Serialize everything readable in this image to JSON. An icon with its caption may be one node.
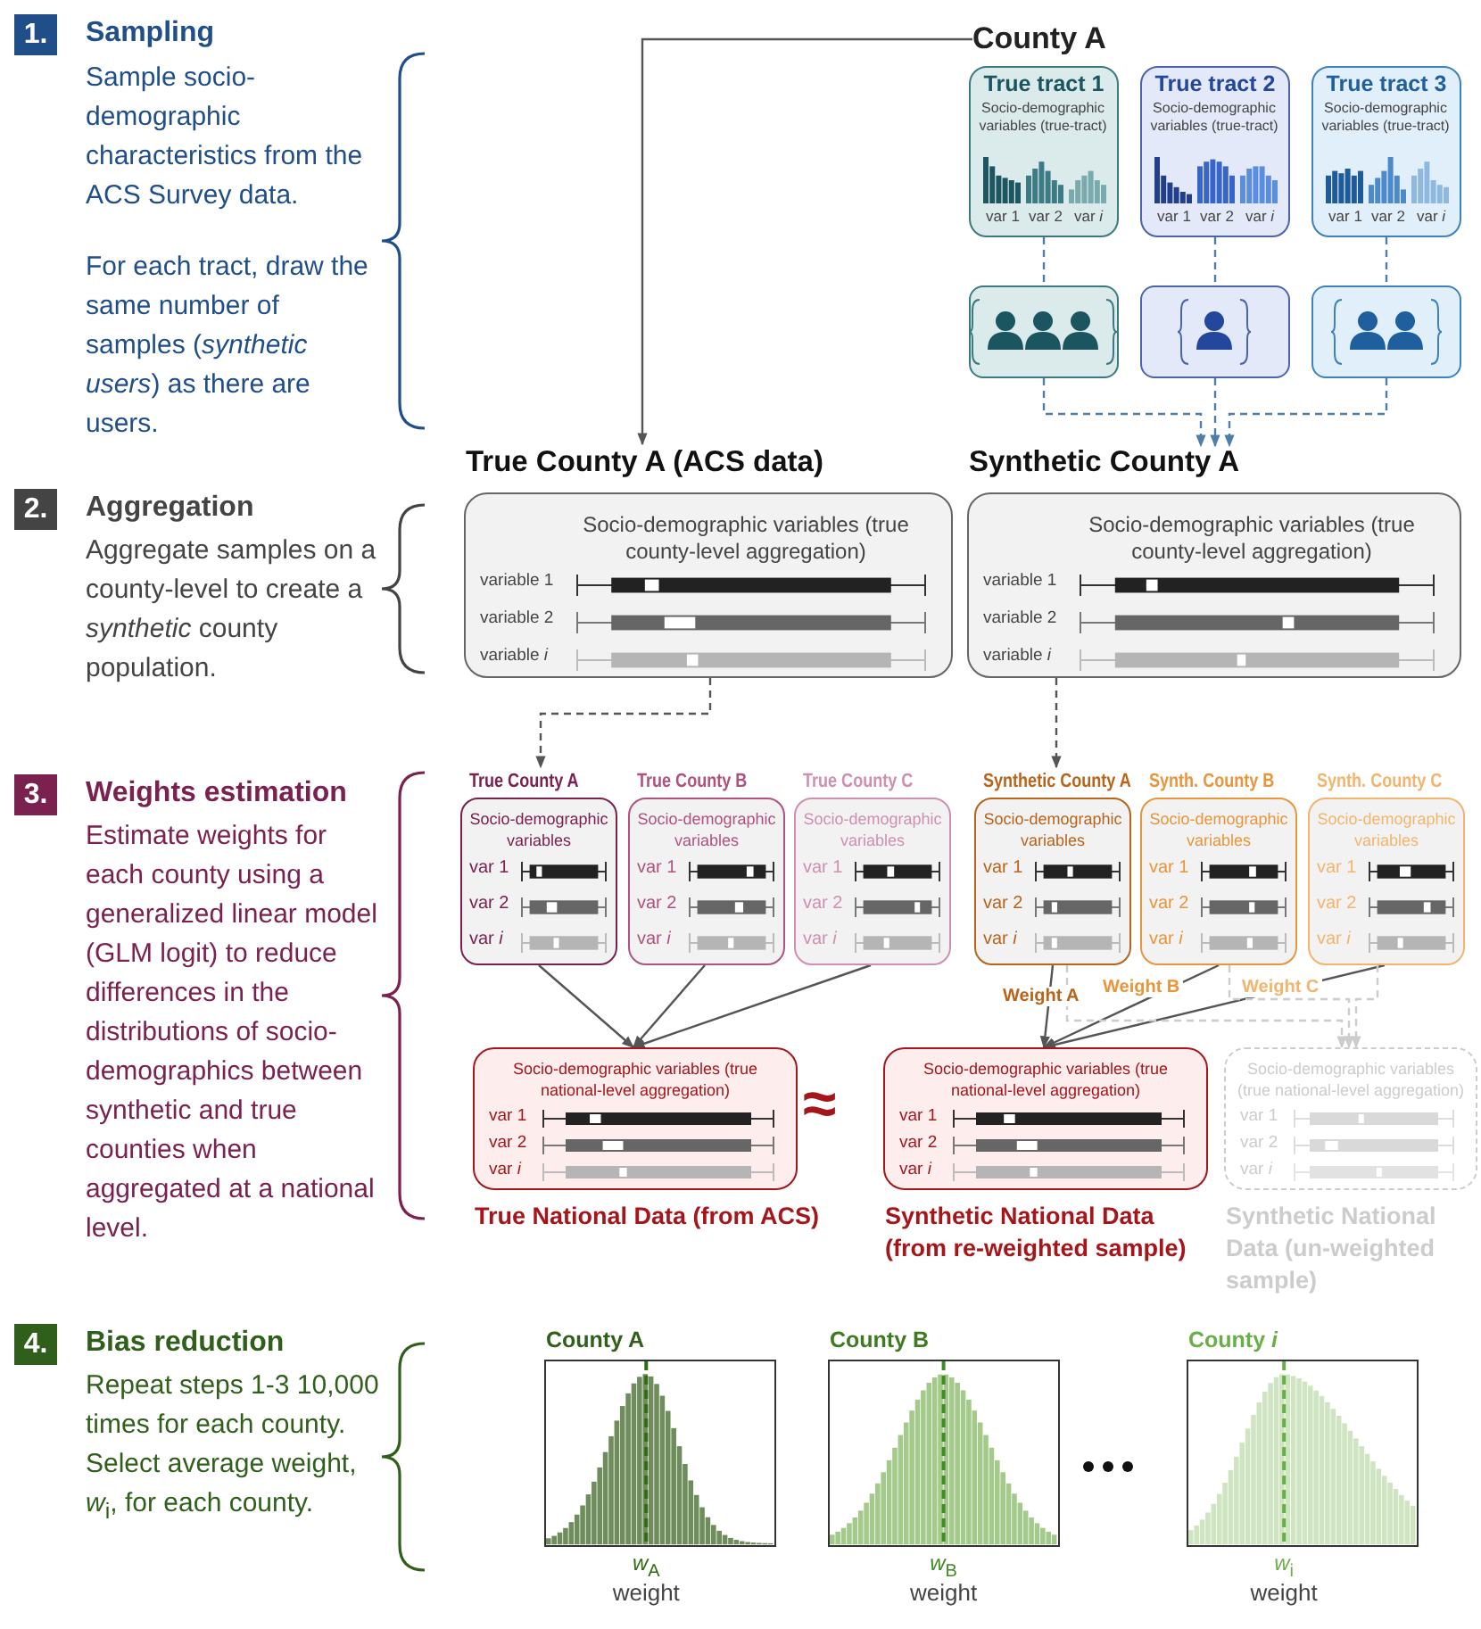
{
  "diagram": {
    "nodes": [
      {
        "text": [
          "County A"
        ]
      },
      {
        "text": [
          "True tract 1",
          "Socio-demographic variables (true-tract)",
          "var 1",
          "var 2",
          "var *i*"
        ]
      },
      {
        "text": [
          "True tract 2",
          "Socio-demographic variables (true-tract)",
          "var 1",
          "var 2",
          "var *i*"
        ]
      },
      {
        "text": [
          "True tract 3",
          "Socio-demographic variables (true-tract)",
          "var 1",
          "var 2",
          "var *i*"
        ]
      },
      {
        "text": [],
        "shape": "box"
      },
      {
        "text": [],
        "shape": "box"
      },
      {
        "text": [],
        "shape": "box"
      },
      {
        "text": [
          "True County A (ACS data)",
          "Socio-demographic variables (true county-level aggregation)",
          "variable 1",
          "variable 2",
          "variable *i*"
        ]
      },
      {
        "text": [
          "Synthetic County A",
          "Socio-demographic variables (true county-level aggregation)",
          "variable 1",
          "variable 2",
          "variable *i*"
        ]
      },
      {
        "text": [
          "True County A",
          "Socio-demographic variables",
          "var 1",
          "var 2",
          "var *i*"
        ]
      },
      {
        "text": [
          "True County B",
          "Socio-demographic variables",
          "var 1",
          "var 2",
          "var *i*"
        ]
      },
      {
        "text": [
          "True County C",
          "Socio-demographic variables",
          "var 1",
          "var 2",
          "var *i*"
        ]
      },
      {
        "text": [
          "Synthetic County A",
          "Socio-demographic variables",
          "var 1",
          "var 2",
          "var *i*"
        ]
      },
      {
        "text": [
          "Synth. County B",
          "Socio-demographic variables",
          "var 1",
          "var 2",
          "var *i*"
        ]
      },
      {
        "text": [
          "Synth. County C",
          "Socio-demographic variables",
          "var 1",
          "var 2",
          "var *i*"
        ]
      },
      {
        "text": [
          "Socio-demographic variables (true national-level aggregation)",
          "var 1",
          "var 2",
          "var *i*",
          "True National Data (from ACS)"
        ]
      },
      {
        "text": [
          "Socio-demographic variables (true national-level aggregation)",
          "var 1",
          "var 2",
          "var *i*",
          "Synthetic National Data (from re-weighted sample)"
        ]
      },
      {
        "text": [
          "Socio-demographic variables (true national-level aggregation)",
          "var 1",
          "var 2",
          "var *i*",
          "Synthetic National Data (un-weighted sample)"
        ]
      },
      {
        "text": [
          "County A",
          "*w*$_{A}$",
          "weight"
        ]
      },
      {
        "text": [
          "County B",
          "*w*$_{B}$",
          "weight"
        ]
      },
      {
        "text": [
          "County *i*",
          "*w*$_{i}$",
          "weight"
        ]
      }
    ],
    "edges": [
      {
        "from": 0,
        "to": 7,
        "arrow": "to"
      },
      {
        "from": 1,
        "to": 4,
        "arrow": "none",
        "style": "dashed",
        "color": "#4f7eaa"
      },
      {
        "from": 2,
        "to": 5,
        "arrow": "none",
        "style": "dashed",
        "color": "#4f7eaa"
      },
      {
        "from": 3,
        "to": 6,
        "arrow": "none",
        "style": "dashed",
        "color": "#4f7eaa"
      },
      {
        "from": 4,
        "to": 8,
        "arrow": "to",
        "style": "dashed",
        "color": "#4f7eaa"
      },
      {
        "from": 5,
        "to": 8,
        "arrow": "to",
        "style": "dashed",
        "color": "#4f7eaa"
      },
      {
        "from": 6,
        "to": 8,
        "arrow": "to",
        "style": "dashed",
        "color": "#4f7eaa"
      },
      {
        "from": 7,
        "to": 9,
        "arrow": "to",
        "style": "dashed"
      },
      {
        "from": 8,
        "to": 12,
        "arrow": "to",
        "style": "dashed"
      },
      {
        "from": 9,
        "to": 15,
        "arrow": "to"
      },
      {
        "from": 10,
        "to": 15,
        "arrow": "to"
      },
      {
        "from": 11,
        "to": 15,
        "arrow": "to"
      },
      {
        "from": 12,
        "to": 16,
        "arrow": "to",
        "label": "Weight A"
      },
      {
        "from": 13,
        "to": 16,
        "arrow": "to",
        "label": "Weight B"
      },
      {
        "from": 14,
        "to": 16,
        "arrow": "to",
        "label": "Weight C"
      },
      {
        "from": 12,
        "to": 17,
        "arrow": "to",
        "style": "dashed",
        "color": "#cccccc"
      },
      {
        "from": 13,
        "to": 17,
        "arrow": "to",
        "style": "dashed",
        "color": "#cccccc"
      },
      {
        "from": 14,
        "to": 17,
        "arrow": "to",
        "style": "dashed",
        "color": "#cccccc"
      }
    ],
    "labels": [
      "1.",
      "Sampling",
      "Sample socio-demographic characteristics from the ACS Survey data.",
      "For each tract, draw the same number of samples (*synthetic users*) as there are users.",
      "2.",
      "Aggregation",
      "Aggregate samples on a county-level to create a *synthetic* county population.",
      "3.",
      "Weights estimation",
      "Estimate weights for each county using a generalized linear model (GLM logit) to reduce differences in the distributions of socio-demographics between synthetic and true counties when aggregated at a national level.",
      "4.",
      "Bias reduction",
      "Repeat steps 1-3 10,000 times for each county. Select average weight, *w*$_{i}$, for each county.",
      "≈"
    ]
  }
}
